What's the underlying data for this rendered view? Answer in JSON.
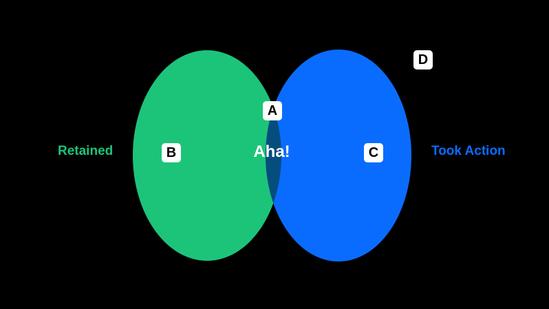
{
  "diagram": {
    "sets": [
      {
        "name": "Retained",
        "color": "#1cc47a",
        "tag": "B"
      },
      {
        "name": "Took Action",
        "color": "#0a6cff",
        "tag": "C"
      }
    ],
    "intersection": {
      "label": "Aha!",
      "tag": "A",
      "color": "#044d7c"
    },
    "outside": {
      "tag": "D"
    },
    "background": "#000000"
  }
}
